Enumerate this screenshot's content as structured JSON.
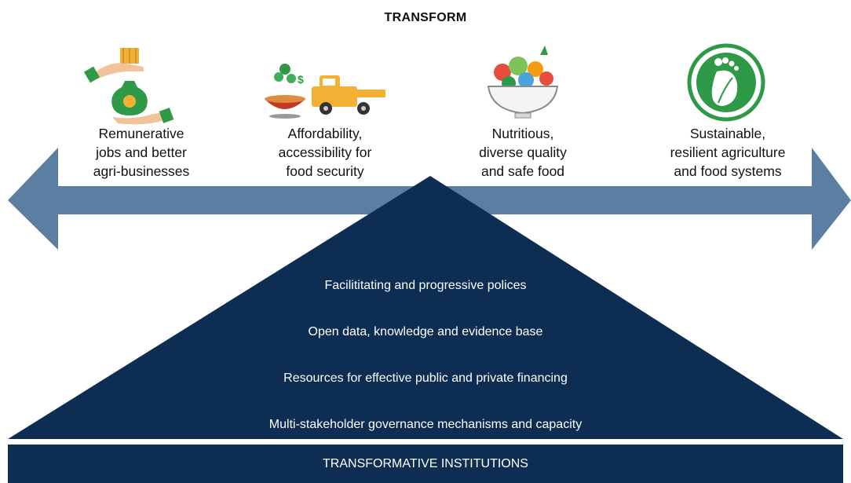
{
  "title": "TRANSFORM",
  "outcomes": [
    {
      "icon": "money-and-grain-hands-icon",
      "lines": [
        "Remunerative",
        "jobs and better",
        "agri-businesses"
      ]
    },
    {
      "icon": "food-and-delivery-truck-icon",
      "lines": [
        "Affordability,",
        "accessibility for",
        "food security"
      ]
    },
    {
      "icon": "salad-bowl-icon",
      "lines": [
        "Nutritious,",
        "diverse quality",
        "and safe food"
      ]
    },
    {
      "icon": "leaf-footprint-icon",
      "lines": [
        "Sustainable,",
        "resilient agriculture",
        "and food systems"
      ]
    }
  ],
  "pillars": [
    "Facilititating and progressive polices",
    "Open data, knowledge and evidence base",
    "Resources for effective public and private financing",
    "Multi-stakeholder governance mechanisms and capacity"
  ],
  "base_label": "TRANSFORMATIVE INSTITUTIONS",
  "colors": {
    "arrow": "#5b7fa3",
    "triangle": "#0d2d52",
    "base": "#0d2d52",
    "icon_green": "#2e9a47",
    "icon_gold": "#f2b134"
  }
}
